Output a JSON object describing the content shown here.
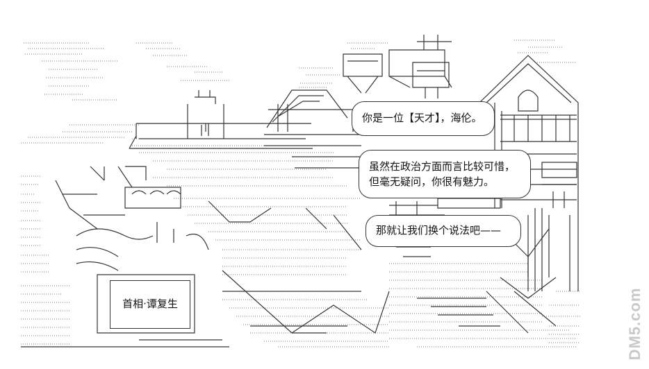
{
  "dialogue": [
    {
      "lines": [
        "你是一位【天才】，海伦。"
      ]
    },
    {
      "lines": [
        "虽然在政治方面而言比较可惜，",
        "但毫无疑问，你很有魅力。"
      ]
    },
    {
      "lines": [
        "那就让我们换个说法吧——"
      ]
    }
  ],
  "name_box": {
    "label": "首相·谭复生"
  },
  "watermark": {
    "text": "DM5.com"
  },
  "art": {
    "style": "ASCII/Shift-JIS text art",
    "line_color": "#333333",
    "dot_color": "#777777"
  }
}
